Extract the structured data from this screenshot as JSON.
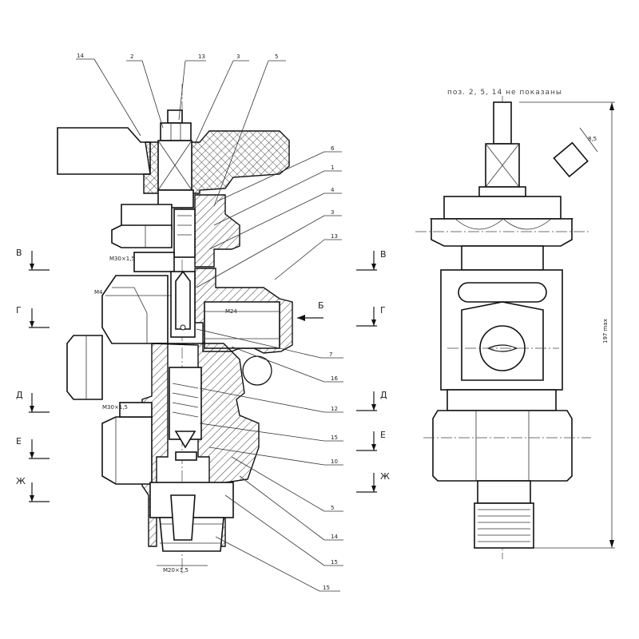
{
  "drawing": {
    "leaders_top": [
      "14",
      "2",
      "13",
      "3",
      "5"
    ],
    "leaders_right": [
      "6",
      "1",
      "4",
      "3",
      "13",
      "7",
      "16",
      "12",
      "15",
      "10",
      "5",
      "14",
      "15"
    ],
    "port_label": "Б",
    "section_marks_left": [
      "В",
      "Г",
      "Д",
      "Е",
      "Ж"
    ],
    "section_marks_right": [
      "В",
      "Г",
      "Д",
      "Е",
      "Ж"
    ],
    "thread_top": "M30×1,5",
    "thread_mid": "M30×1,5",
    "thread_bottom": "M20×1,5",
    "thread_port": "M24",
    "small_thread": "M4",
    "side_note": "поз. 2, 5, 14 не показаны",
    "dim_overall": "197 max",
    "dim_square": "8,5"
  }
}
